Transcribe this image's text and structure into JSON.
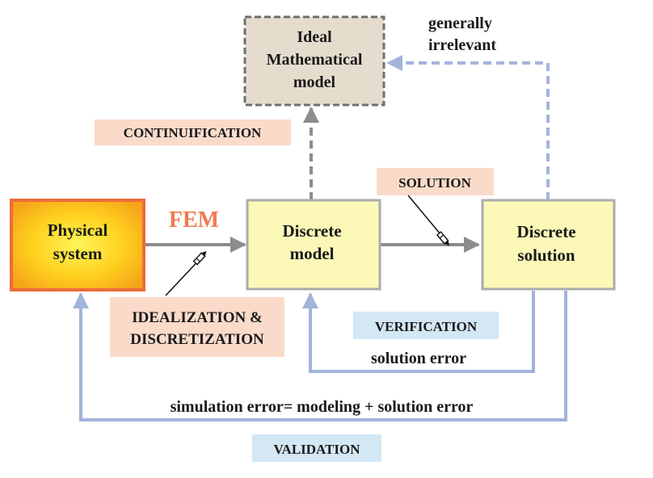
{
  "colors": {
    "arrow_gray": "#8c8c8c",
    "arrow_blue": "#a3b4dc",
    "box_fill": "#fbf8b8",
    "box_border": "#ababab",
    "ideal_fill": "#e6dccd",
    "physical_border": "#ef6b3a",
    "tag_salmon": "#fadbca",
    "tag_blue": "#d4e7f5",
    "fem_text": "#ef7a4e"
  },
  "nodes": {
    "ideal": {
      "lines": [
        "Ideal",
        "Mathematical",
        "model"
      ]
    },
    "physical": {
      "lines": [
        "Physical",
        "system"
      ]
    },
    "discrete_model": {
      "lines": [
        "Discrete",
        "model"
      ]
    },
    "discrete_solution": {
      "lines": [
        "Discrete",
        "solution"
      ]
    }
  },
  "labels": {
    "fem": "FEM",
    "continuification": "CONTINUIFICATION",
    "solution": "SOLUTION",
    "idealization_line1": "IDEALIZATION &",
    "idealization_line2": "DISCRETIZATION",
    "verification": "VERIFICATION",
    "validation": "VALIDATION",
    "solution_error": "solution error",
    "simulation_error": "simulation error= modeling + solution error",
    "generally_line1": "generally",
    "generally_line2": "irrelevant"
  }
}
